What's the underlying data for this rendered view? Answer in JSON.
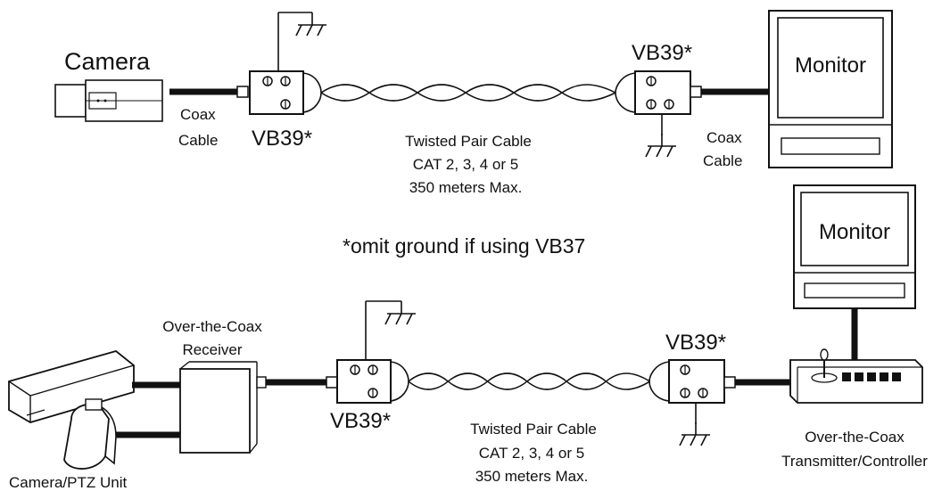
{
  "top": {
    "camera_label": "Camera",
    "coax_left": [
      "Coax",
      "Cable"
    ],
    "balun_left": "VB39*",
    "balun_right": "VB39*",
    "twisted_pair": [
      "Twisted Pair Cable",
      "CAT 2, 3, 4 or 5",
      "350 meters Max."
    ],
    "coax_right": [
      "Coax",
      "Cable"
    ],
    "monitor_label": "Monitor"
  },
  "note": "*omit ground if using VB37",
  "bottom": {
    "receiver_label": [
      "Over-the-Coax",
      "Receiver"
    ],
    "camera_ptz_label": "Camera/PTZ Unit",
    "balun_left": "VB39*",
    "balun_right": "VB39*",
    "twisted_pair": [
      "Twisted Pair Cable",
      "CAT 2, 3, 4 or 5",
      "350 meters Max."
    ],
    "monitor_label": "Monitor",
    "transmitter_label": [
      "Over-the-Coax",
      "Transmitter/Controller"
    ]
  },
  "colors": {
    "line": "#111111",
    "background": "#ffffff"
  },
  "icons": [
    "camera-icon",
    "ptz-camera-icon",
    "balun-icon",
    "ground-symbol-icon",
    "monitor-icon",
    "receiver-box-icon",
    "controller-icon"
  ]
}
